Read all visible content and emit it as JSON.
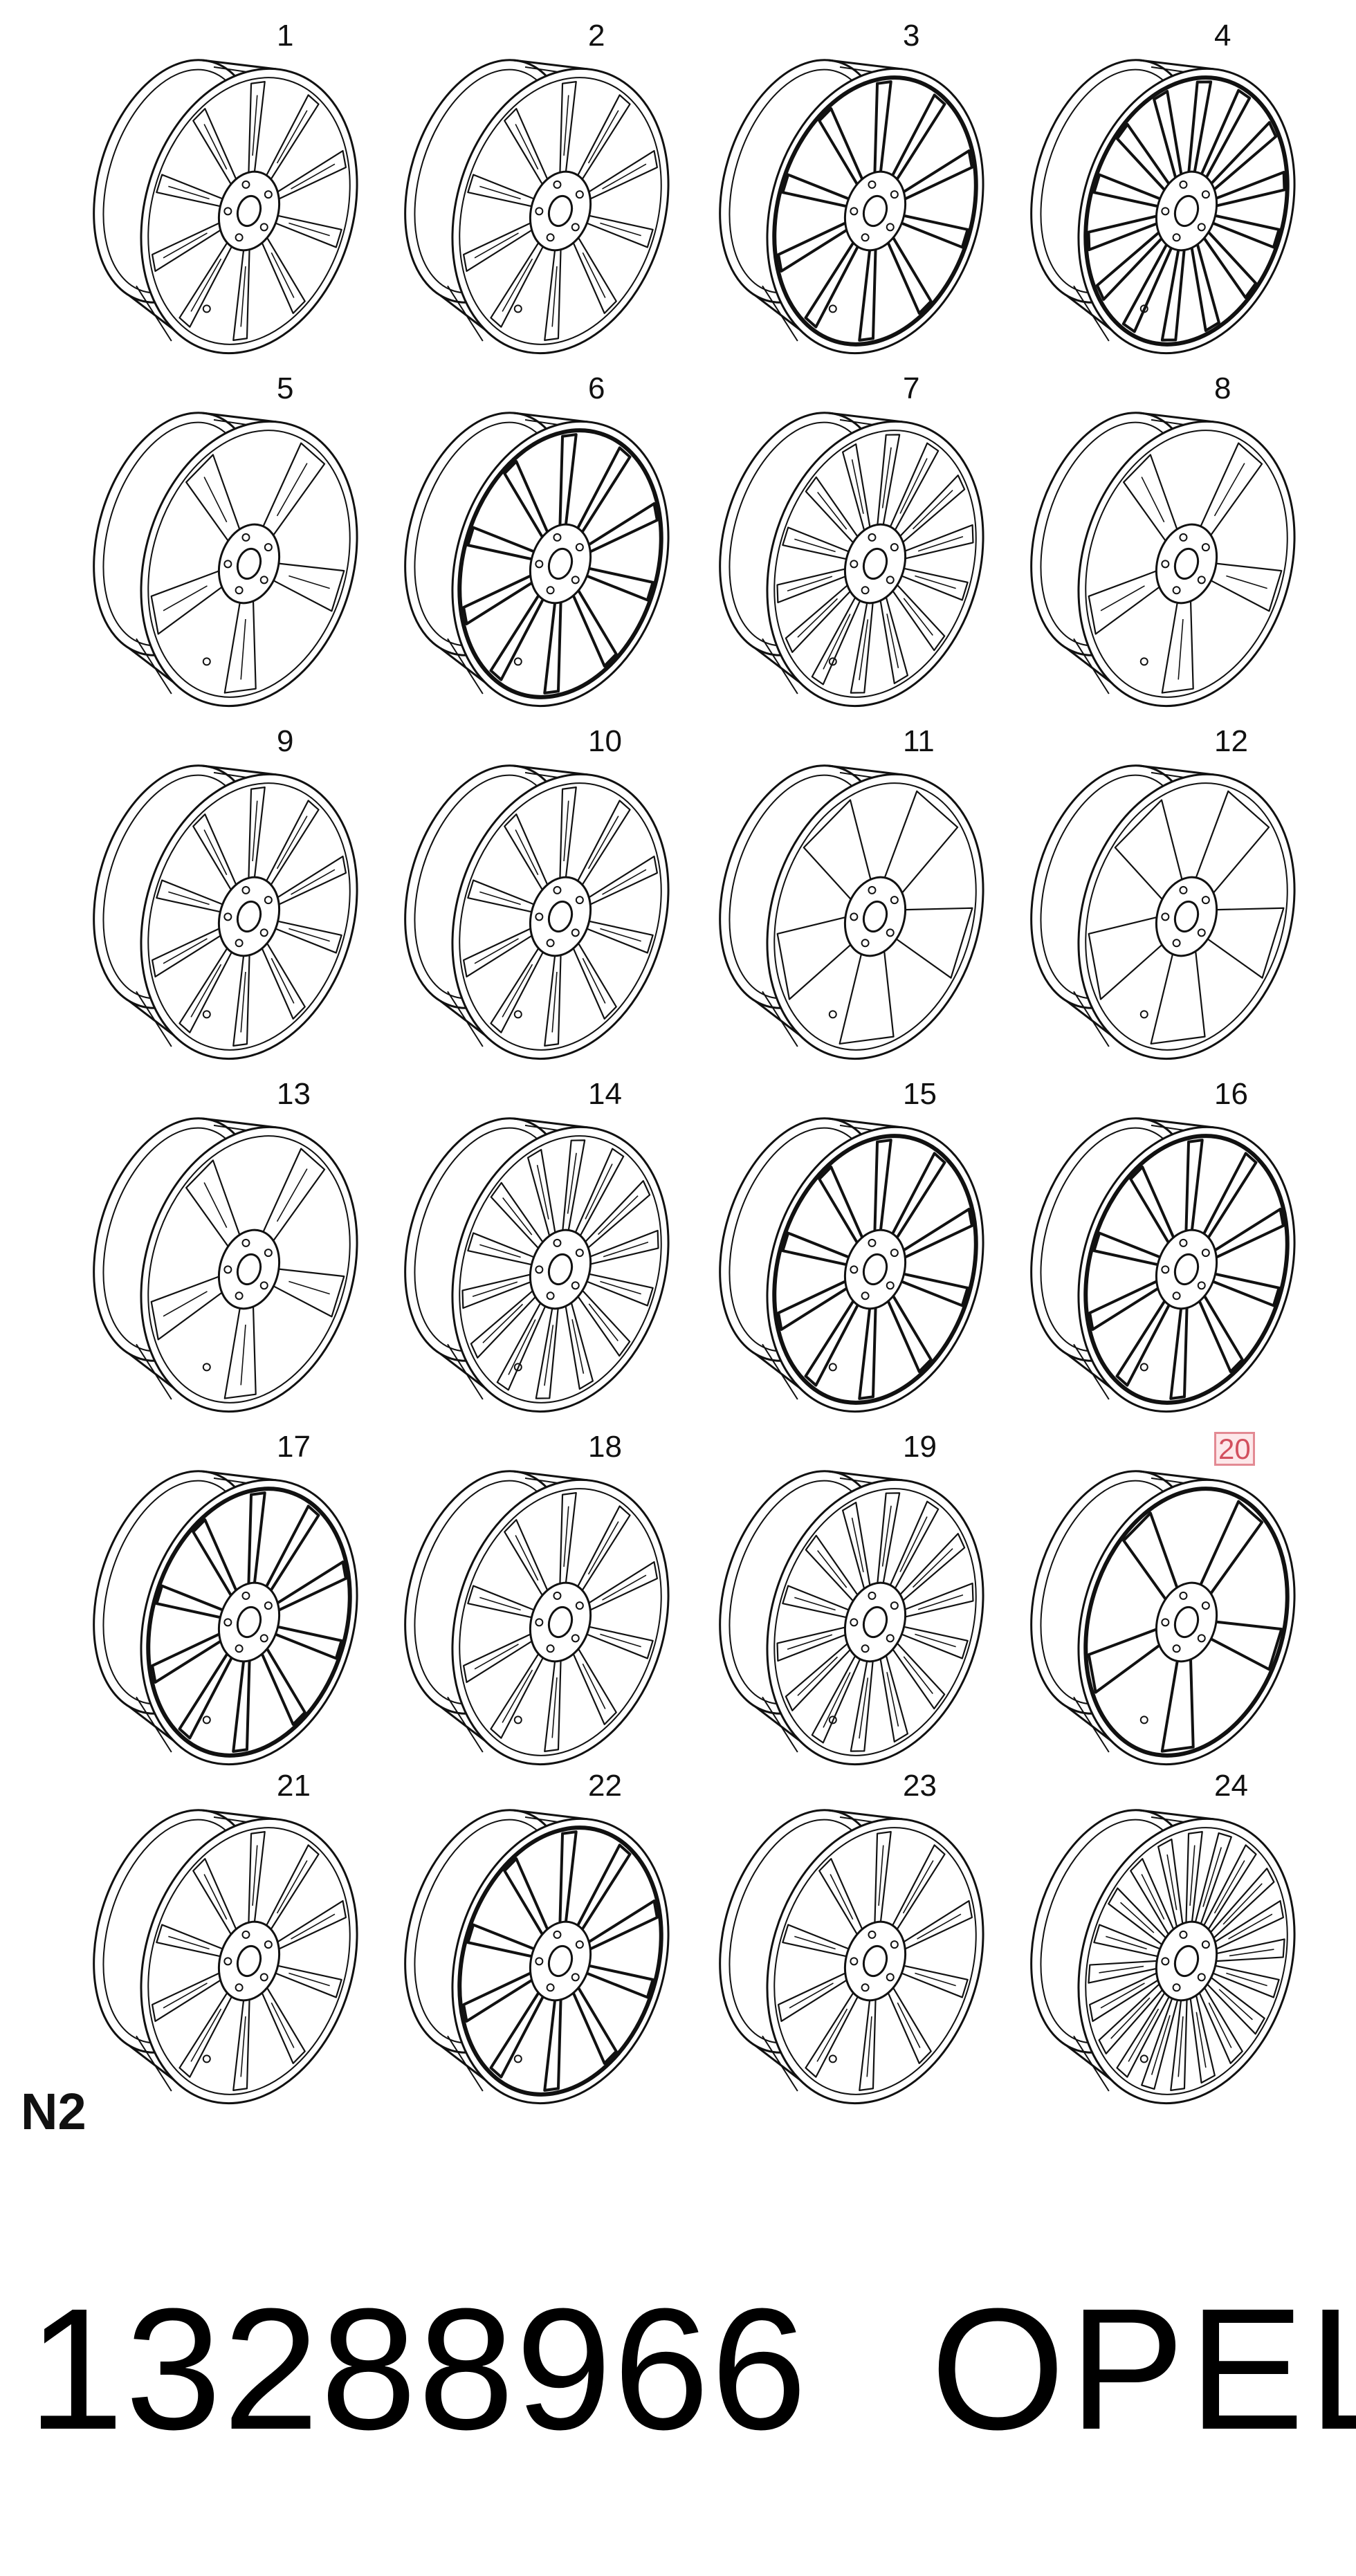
{
  "diagram": {
    "section_code": "N2",
    "wheels": [
      {
        "label": "1",
        "spokes": 10,
        "style": "split"
      },
      {
        "label": "2",
        "spokes": 10,
        "style": "split"
      },
      {
        "label": "3",
        "spokes": 10,
        "style": "dark"
      },
      {
        "label": "4",
        "spokes": 14,
        "style": "dark"
      },
      {
        "label": "5",
        "spokes": 5,
        "style": "twin"
      },
      {
        "label": "6",
        "spokes": 10,
        "style": "dark"
      },
      {
        "label": "7",
        "spokes": 14,
        "style": "split"
      },
      {
        "label": "8",
        "spokes": 5,
        "style": "twin"
      },
      {
        "label": "9",
        "spokes": 10,
        "style": "split"
      },
      {
        "label": "10",
        "spokes": 10,
        "style": "split"
      },
      {
        "label": "11",
        "spokes": 5,
        "style": "cutout"
      },
      {
        "label": "12",
        "spokes": 5,
        "style": "cutout"
      },
      {
        "label": "13",
        "spokes": 5,
        "style": "twin"
      },
      {
        "label": "14",
        "spokes": 14,
        "style": "split"
      },
      {
        "label": "15",
        "spokes": 10,
        "style": "dark"
      },
      {
        "label": "16",
        "spokes": 10,
        "style": "dark"
      },
      {
        "label": "17",
        "spokes": 10,
        "style": "dark"
      },
      {
        "label": "18",
        "spokes": 10,
        "style": "split"
      },
      {
        "label": "19",
        "spokes": 14,
        "style": "split"
      },
      {
        "label": "20",
        "spokes": 5,
        "style": "star",
        "highlighted": true
      },
      {
        "label": "21",
        "spokes": 10,
        "style": "split"
      },
      {
        "label": "22",
        "spokes": 10,
        "style": "dark"
      },
      {
        "label": "23",
        "spokes": 10,
        "style": "split"
      },
      {
        "label": "24",
        "spokes": 20,
        "style": "split"
      }
    ],
    "highlight_color": "#d2505e"
  },
  "caption": {
    "part_number": "13288966",
    "brand": "OPEL"
  }
}
